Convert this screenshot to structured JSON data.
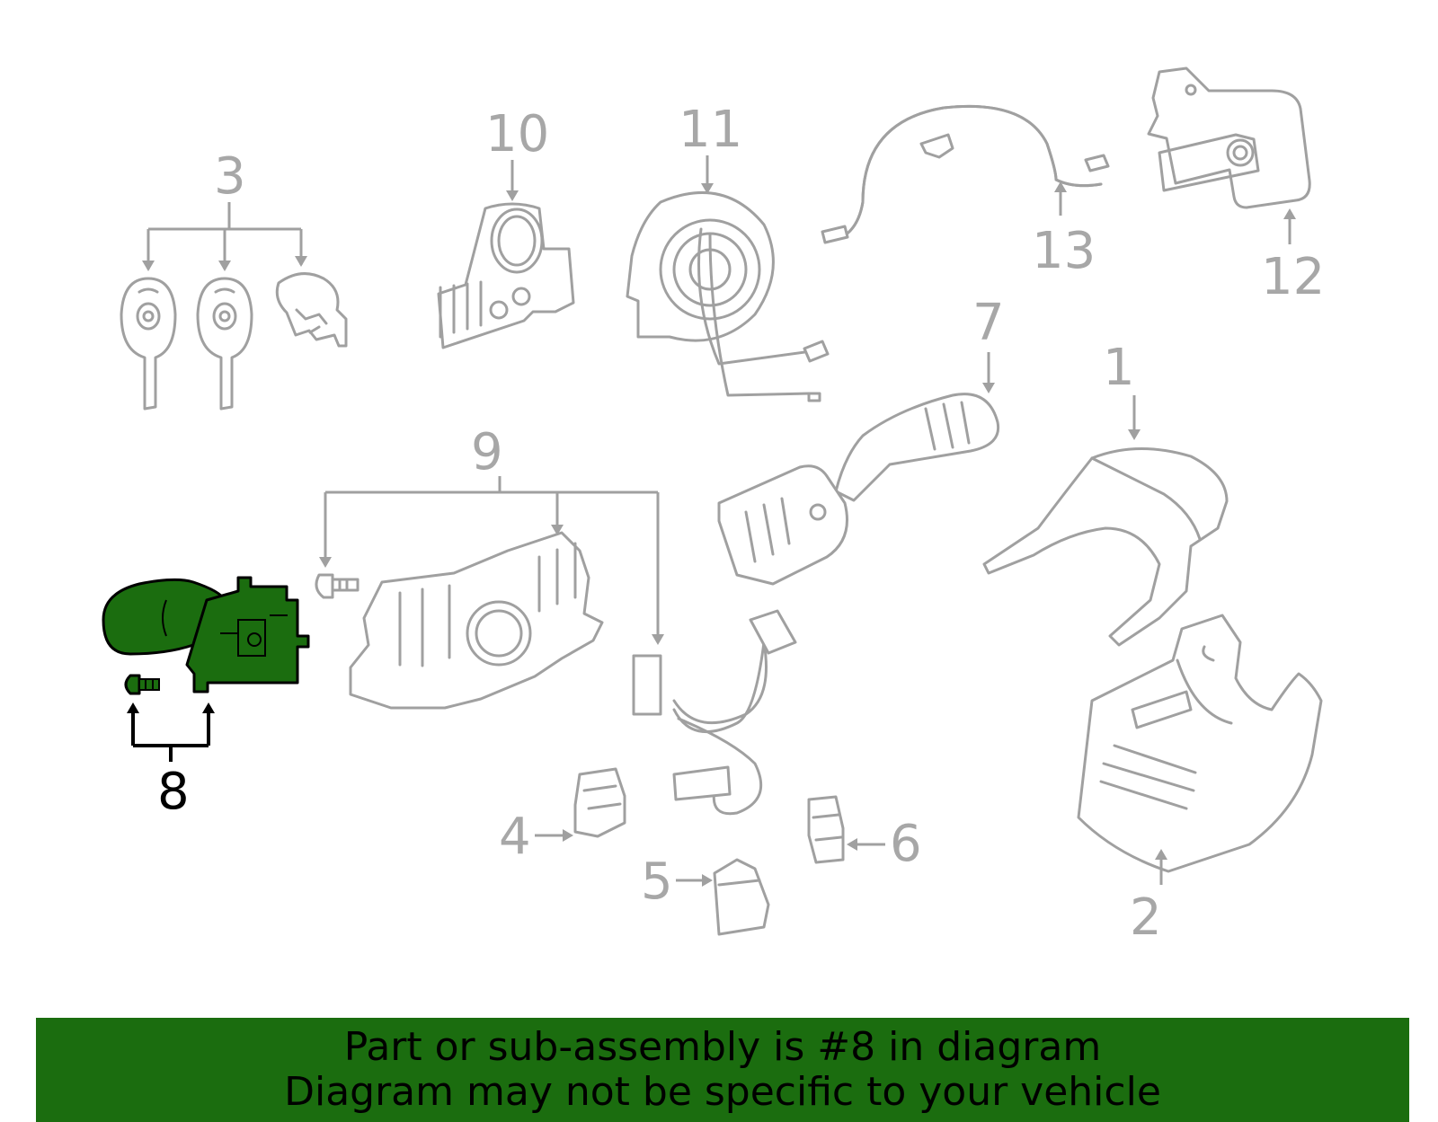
{
  "callouts": {
    "c1": "1",
    "c2": "2",
    "c3": "3",
    "c4": "4",
    "c5": "5",
    "c6": "6",
    "c7": "7",
    "c8": "8",
    "c9": "9",
    "c10": "10",
    "c11": "11",
    "c12": "12",
    "c13": "13"
  },
  "highlighted_part": "8",
  "banner": {
    "line1": "Part or sub-assembly is #8 in diagram",
    "line2": "Diagram may not be specific to your vehicle"
  },
  "colors": {
    "highlight": "#1b6d0f",
    "callout": "#a7a7a7",
    "selected_callout": "#000000"
  }
}
